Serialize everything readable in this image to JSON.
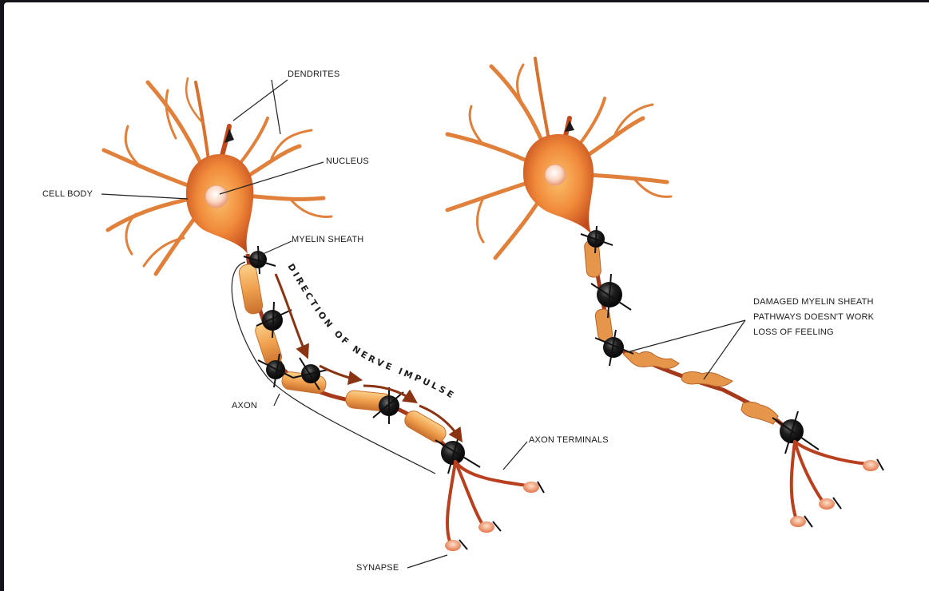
{
  "colors": {
    "background": "#15141a",
    "canvas": "#ffffff",
    "dendrite": "#e0803a",
    "dendrite_dark": "#b44a1c",
    "myelin": "#f0a050",
    "node": "#1a1a1a",
    "arrow": "#8a3414"
  },
  "healthy_neuron": {
    "labels": {
      "dendrites": "DENDRITES",
      "nucleus": "NUCLEUS",
      "cell_body": "CELL BODY",
      "myelin_sheath": "MYELIN SHEATH",
      "axon": "AXON",
      "axon_terminals": "AXON TERMINALS",
      "synapse": "SYNAPSE"
    },
    "impulse_text": "DIRECTION OF NERVE IMPULSE"
  },
  "damaged_neuron": {
    "lines": [
      "DAMAGED MYELIN SHEATH",
      "PATHWAYS DOESN'T WORK",
      "LOSS OF FEELING"
    ]
  }
}
